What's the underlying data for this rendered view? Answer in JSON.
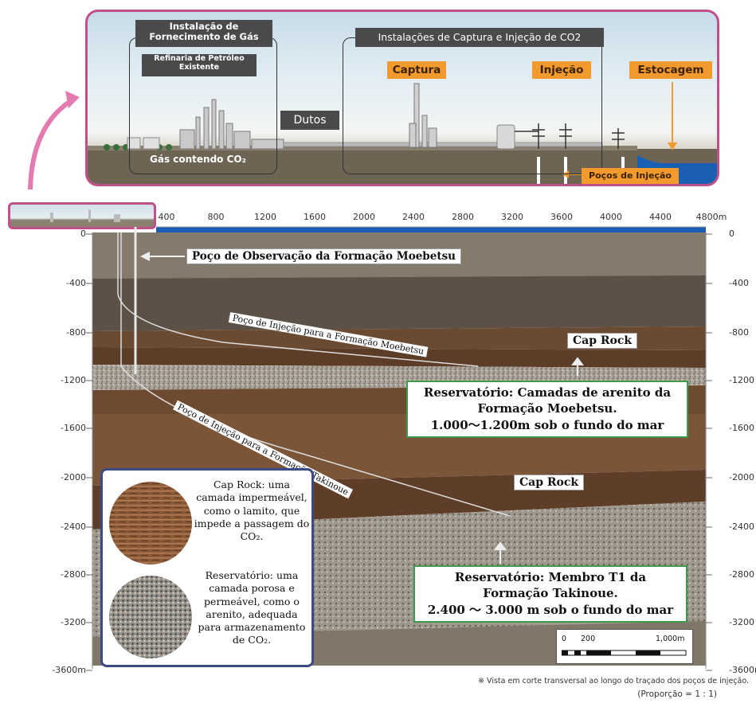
{
  "top_panel": {
    "supply_title": "Instalação de Fornecimento de Gás",
    "refinery_label": "Refinaria de Petróleo Existente",
    "capture_injection_title": "Instalações de Captura e Injeção de CO2",
    "capture_label": "Captura",
    "injection_label": "Injeção",
    "storage_label": "Estocagem",
    "pipeline_label": "Dutos",
    "gas_label": "Gás contendo CO₂",
    "injection_wells_label": "Poços de Injeção"
  },
  "cross_section": {
    "x_ticks": [
      "400",
      "800",
      "1200",
      "1600",
      "2000",
      "2400",
      "2800",
      "3200",
      "3600",
      "4000",
      "4400",
      "4800m"
    ],
    "y_ticks_left": [
      "0",
      "-400",
      "-800",
      "-1200",
      "-1600",
      "-2000",
      "-2400",
      "-2800",
      "-3200",
      "-3600m"
    ],
    "y_ticks_right": [
      "0",
      "-400",
      "-800",
      "-1200",
      "-1600",
      "-2000",
      "-2400",
      "-2800",
      "-3200",
      "-3600m"
    ],
    "observation_well_label": "Poço de Observação da Formação Moebetsu",
    "moebetsu_well_label": "Poço de Injeção para a Formação Moebetsu",
    "takinoue_well_label": "Poço de Injeção para a Formação Takinoue",
    "cap_rock_upper": "Cap Rock",
    "cap_rock_lower": "Cap Rock",
    "reservoir_upper": [
      "Reservatório: Camadas de arenito da",
      "Formação Moebetsu.",
      "1.000〜1.200m sob o fundo do mar"
    ],
    "reservoir_lower": [
      "Reservatório: Membro T1 da",
      "Formação Takinoue.",
      "2.400 〜 3.000 m sob o fundo do mar"
    ],
    "scale_bar": {
      "zero": "0",
      "mid": "200",
      "end": "1,000m"
    }
  },
  "legend": {
    "cap_rock_text": "Cap Rock: uma camada impermeável, como o lamito, que impede a passagem do CO₂.",
    "reservoir_text": "Reservatório: uma camada porosa e permeável, como o arenito, adequada para armazenamento de CO₂."
  },
  "footnote": {
    "line1": "※ Vista em corte transversal ao longo do traçado dos poços de injeção.",
    "line2": "(Proporção = 1 : 1)"
  },
  "colors": {
    "frame_pink": "#c0508a",
    "reservoir_green": "#3c9a4a",
    "label_orange": "#f29a2e",
    "sea_blue": "#1a5fb4"
  }
}
